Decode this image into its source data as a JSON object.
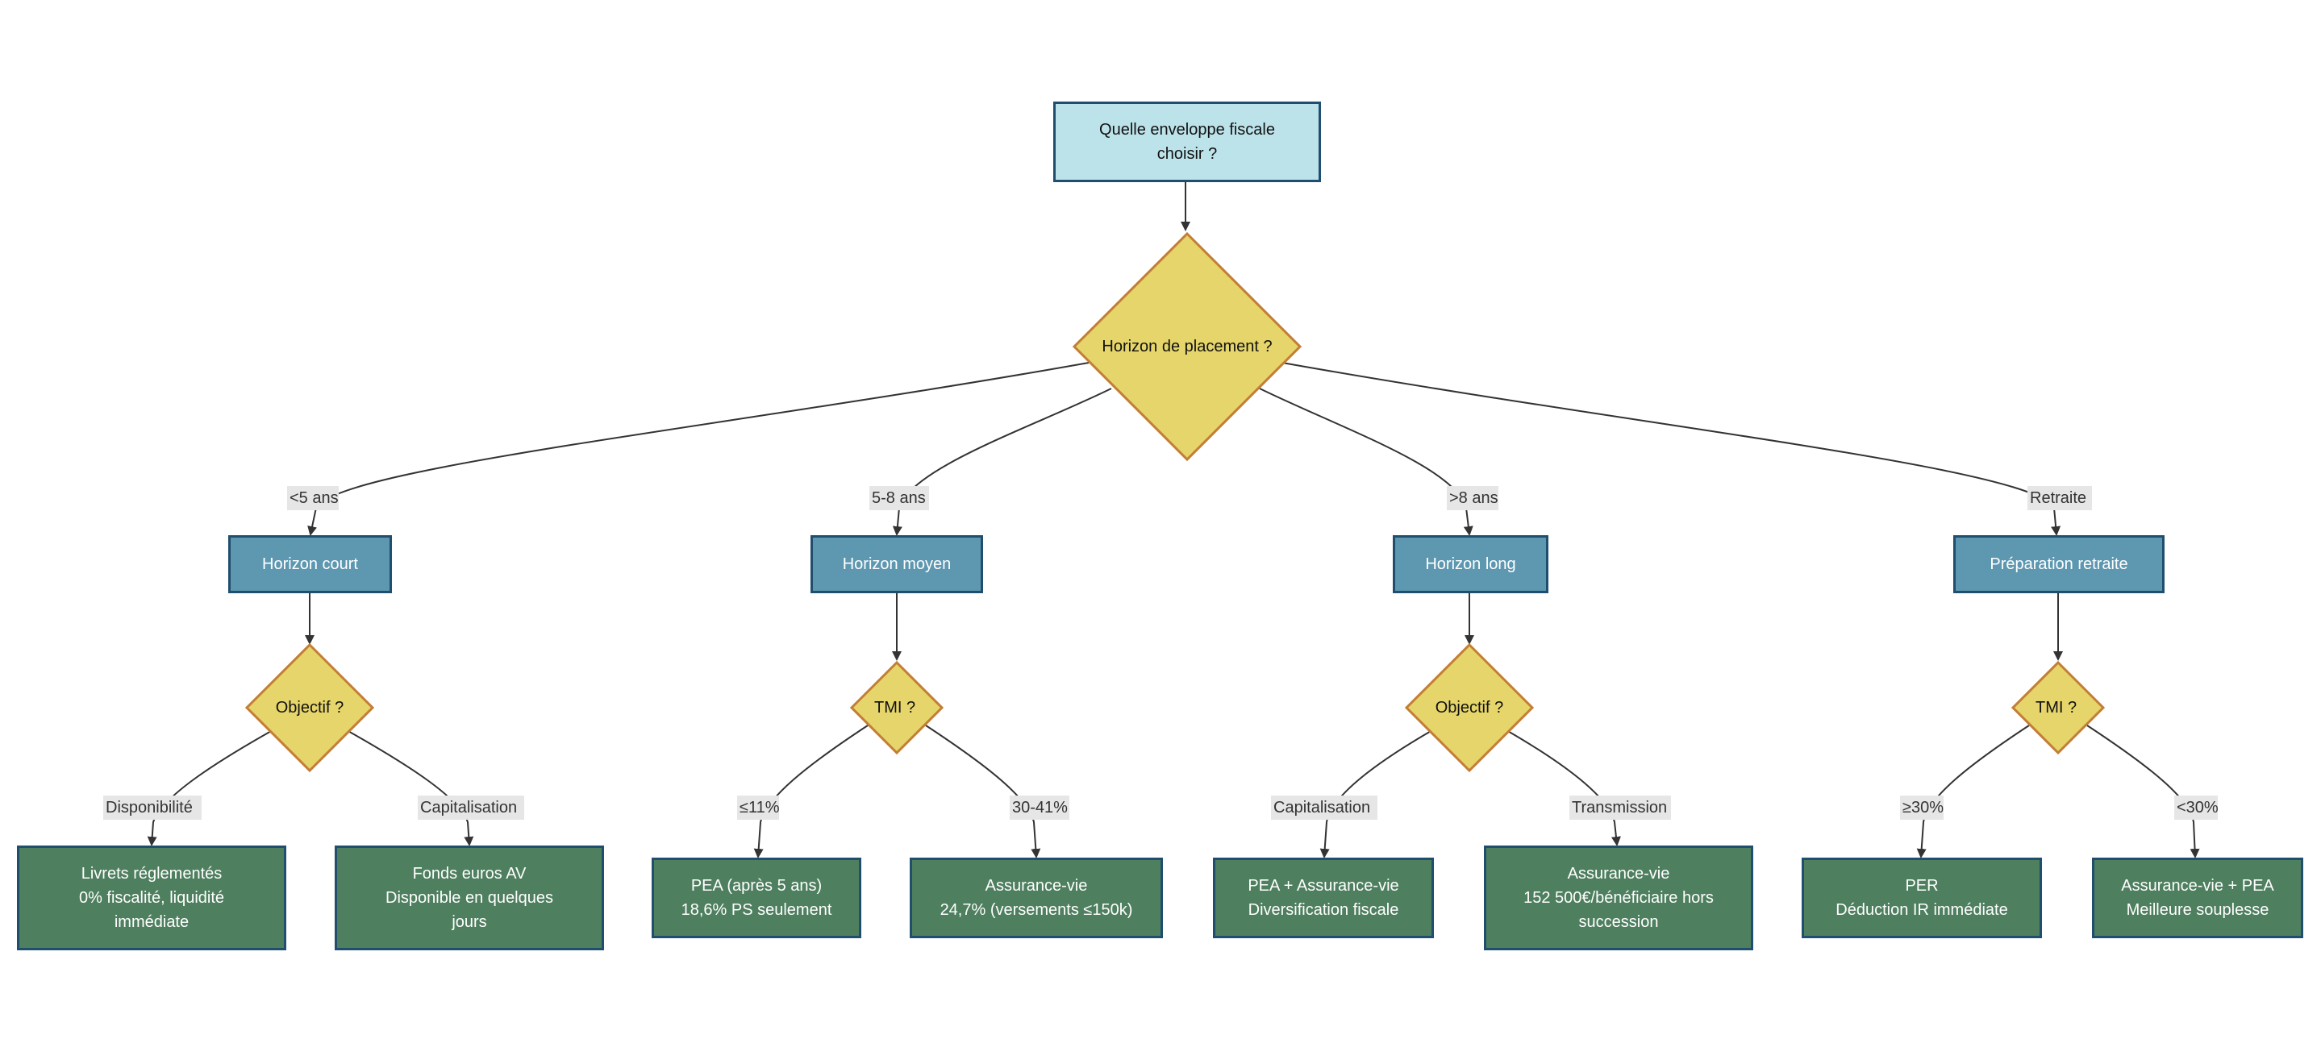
{
  "root": {
    "line1": "Quelle enveloppe fiscale",
    "line2": "choisir ?"
  },
  "decision_main": "Horizon de placement ?",
  "branches": [
    {
      "edge_label": "<5 ans",
      "box": "Horizon court",
      "question": "Objectif ?",
      "left": {
        "edge_label": "Disponibilité",
        "line1": "Livrets réglementés",
        "line2": "0% fiscalité, liquidité",
        "line3": "immédiate"
      },
      "right": {
        "edge_label": "Capitalisation",
        "line1": "Fonds euros AV",
        "line2": "Disponible en quelques",
        "line3": "jours"
      }
    },
    {
      "edge_label": "5-8 ans",
      "box": "Horizon moyen",
      "question": "TMI ?",
      "left": {
        "edge_label": "≤11%",
        "line1": "PEA (après 5 ans)",
        "line2": "18,6% PS seulement",
        "line3": ""
      },
      "right": {
        "edge_label": "30-41%",
        "line1": "Assurance-vie",
        "line2": "24,7% (versements ≤150k)",
        "line3": ""
      }
    },
    {
      "edge_label": ">8 ans",
      "box": "Horizon long",
      "question": "Objectif ?",
      "left": {
        "edge_label": "Capitalisation",
        "line1": "PEA + Assurance-vie",
        "line2": "Diversification fiscale",
        "line3": ""
      },
      "right": {
        "edge_label": "Transmission",
        "line1": "Assurance-vie",
        "line2": "152 500€/bénéficiaire hors",
        "line3": "succession"
      }
    },
    {
      "edge_label": "Retraite",
      "box": "Préparation retraite",
      "question": "TMI ?",
      "left": {
        "edge_label": "≥30%",
        "line1": "PER",
        "line2": "Déduction IR immédiate",
        "line3": ""
      },
      "right": {
        "edge_label": "<30%",
        "line1": "Assurance-vie + PEA",
        "line2": "Meilleure souplesse",
        "line3": ""
      }
    }
  ],
  "colors": {
    "decision_fill": "#e5d56a",
    "decision_stroke": "#c47d35",
    "edge": "#333333"
  }
}
